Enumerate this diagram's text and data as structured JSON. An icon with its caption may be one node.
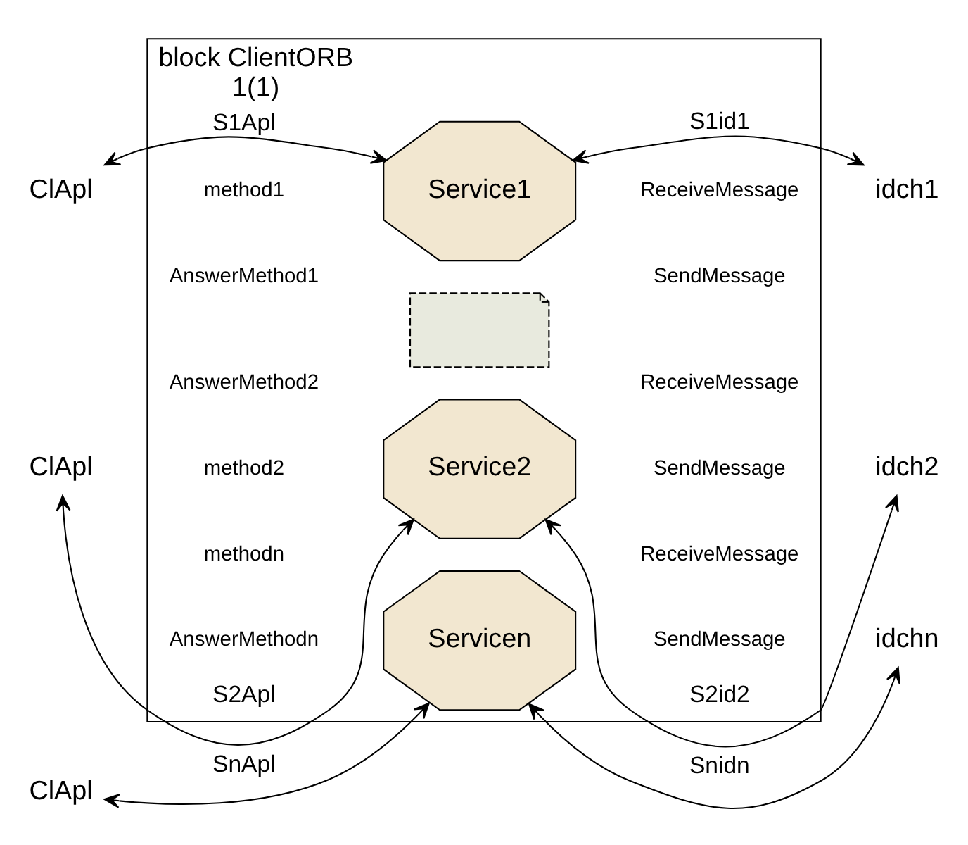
{
  "diagram": {
    "nodes": [
      {
        "text": [
          "block ClientORB",
          "1(1)"
        ]
      },
      {
        "text": [],
        "shape": "note",
        "in": 0
      },
      {
        "text": [
          "ClApl"
        ]
      },
      {
        "text": [
          "Service1"
        ],
        "in": 0
      },
      {
        "text": [
          "idch1"
        ]
      },
      {
        "text": [
          "ClApl"
        ]
      },
      {
        "text": [
          "Service2"
        ],
        "in": 0
      },
      {
        "text": [
          "idch2"
        ]
      },
      {
        "text": [
          "ClApl"
        ]
      },
      {
        "text": [
          "Servicen"
        ],
        "in": 0
      },
      {
        "text": [
          "idchn"
        ]
      }
    ],
    "edges": [
      {
        "from": 2,
        "to": 3,
        "arrow": "both",
        "label": "S1Apl"
      },
      {
        "from": 3,
        "to": 4,
        "arrow": "both",
        "label": "S1id1"
      },
      {
        "from": 5,
        "to": 6,
        "arrow": "both",
        "label": "S2Apl"
      },
      {
        "from": 6,
        "to": 7,
        "arrow": "both",
        "label": "S2id2"
      },
      {
        "from": 8,
        "to": 9,
        "arrow": "both",
        "label": "SnApl"
      },
      {
        "from": 9,
        "to": 10,
        "arrow": "both",
        "label": "Snidn"
      }
    ],
    "labels": [
      "method1",
      "AnswerMethod1",
      "SendMessage",
      "ReceiveMessage",
      "method2",
      "AnswerMethod2",
      "SendMessage",
      "ReceiveMessage",
      "methodn",
      "AnswerMethodn",
      "SendMessage",
      "ReceiveMessage"
    ]
  }
}
